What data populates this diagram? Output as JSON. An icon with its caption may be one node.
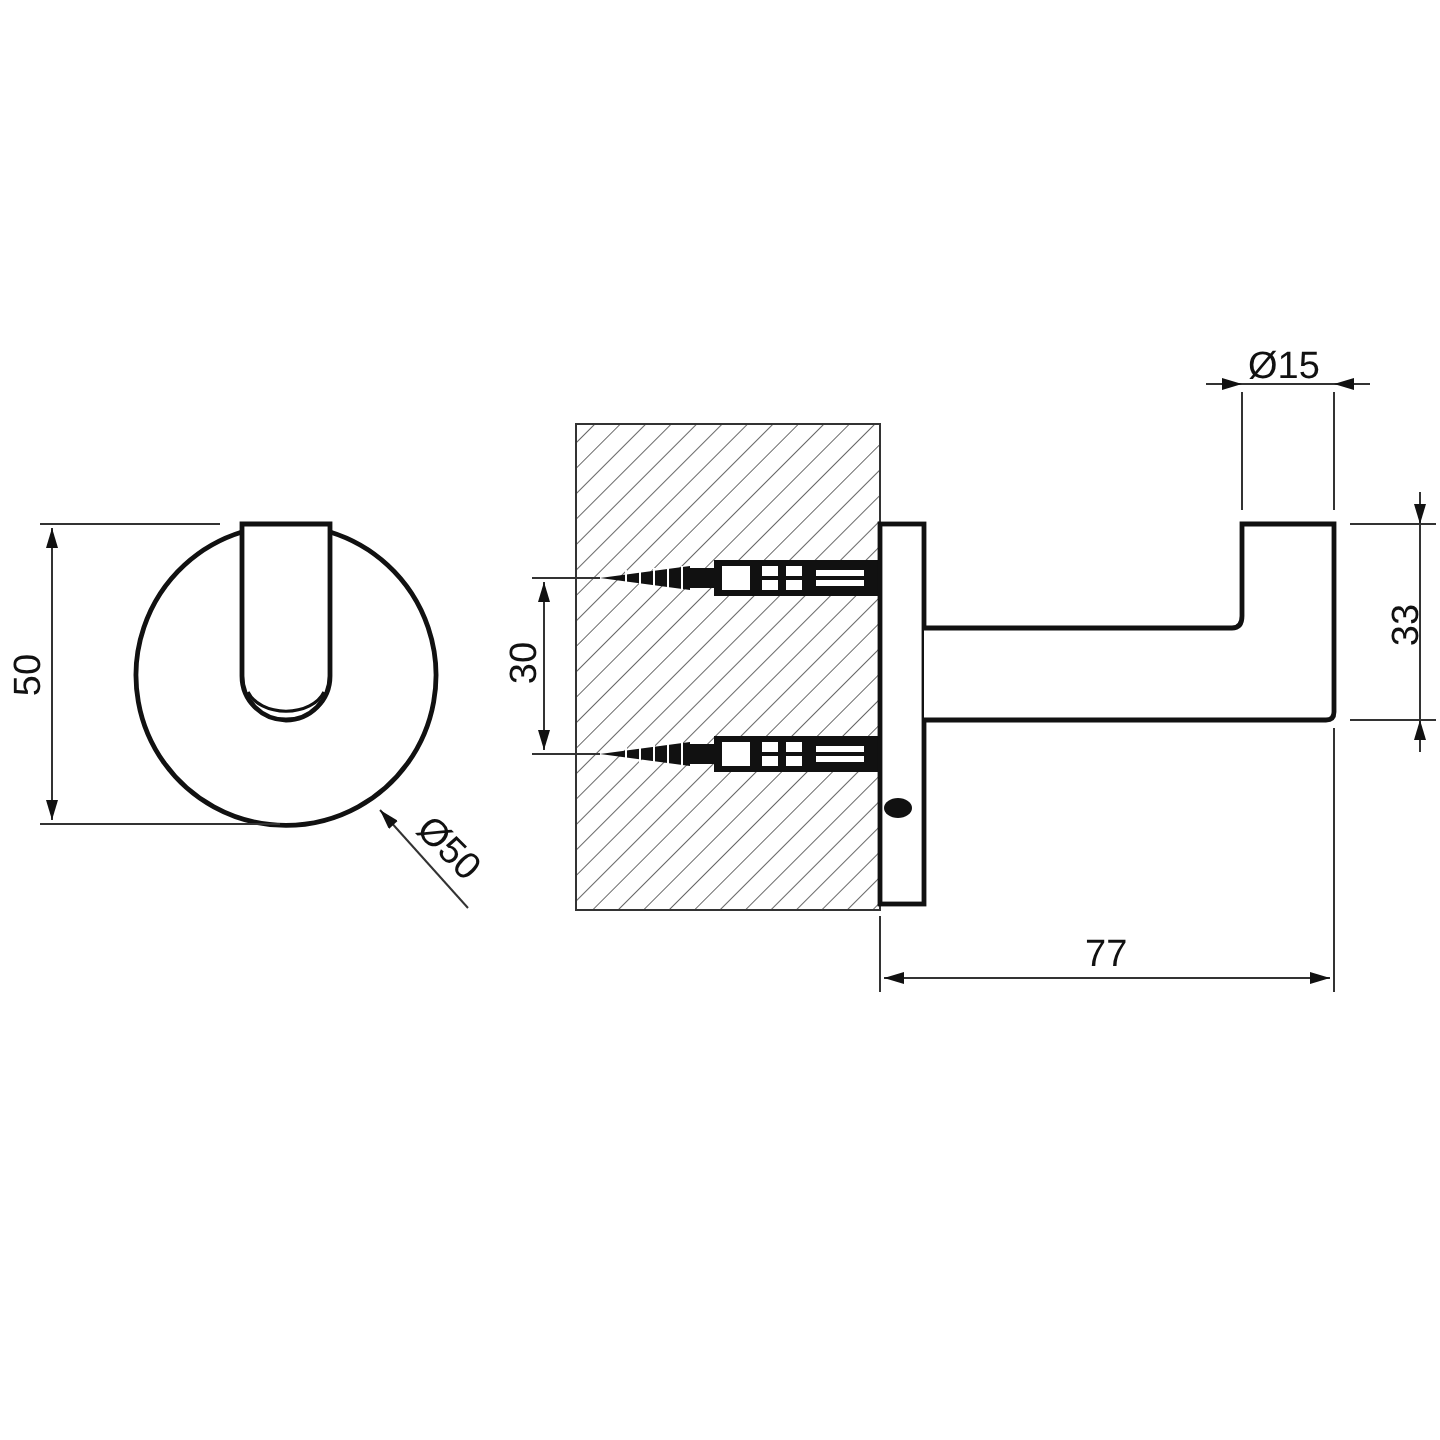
{
  "diagram": {
    "labels": [
      "50",
      "Ø50",
      "30",
      "Ø15",
      "33",
      "77"
    ]
  }
}
